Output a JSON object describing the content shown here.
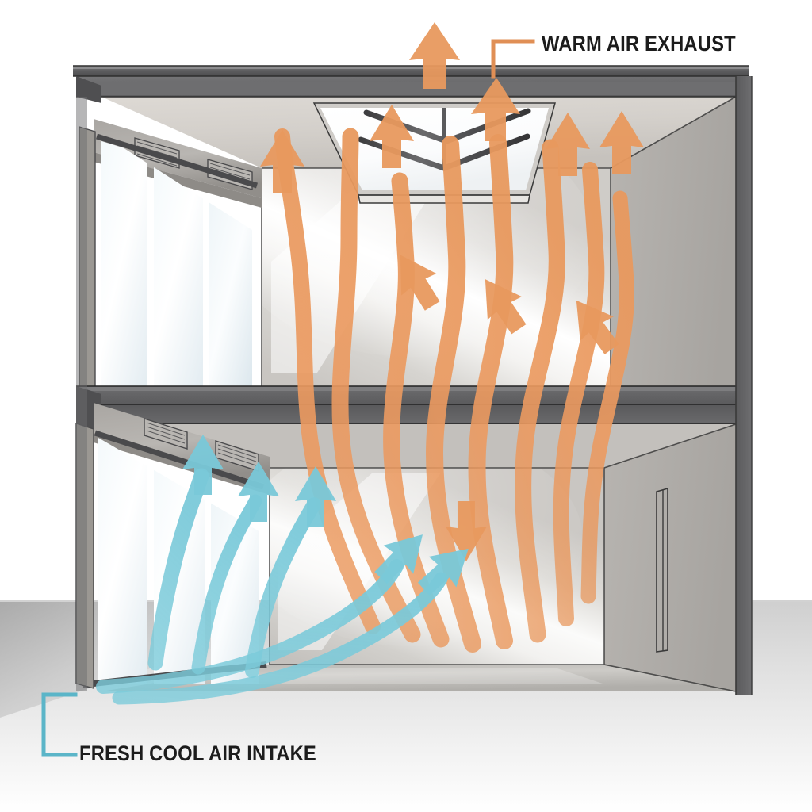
{
  "diagram": {
    "title": "Natural Ventilation Stack Effect Section",
    "type": "architectural-section-cutaway",
    "background_color": "#ffffff",
    "ground_color": "#b9b9b9"
  },
  "labels": {
    "warm_exhaust": {
      "text": "WARM AIR EXHAUST",
      "color": "#1c1c1c",
      "leader_color": "#e08f55",
      "leader_shape": "corner-bracket"
    },
    "cool_intake": {
      "text": "FRESH COOL AIR INTAKE",
      "color": "#1c1c1c",
      "leader_color": "#5bb5c8",
      "leader_shape": "c-bracket"
    }
  },
  "legend_colors": {
    "warm_air": "#e8995e",
    "cool_air": "#7ac9d9",
    "structure_dark": "#58585a",
    "structure_mid": "#8a8a8c",
    "wall_light": "#d9d7d4",
    "glass": "#eef4f7",
    "mullion": "#4a4a4c"
  },
  "building": {
    "floors": [
      {
        "name": "upper-floor",
        "glazing": "curtain-wall",
        "panes": 3,
        "vent_grilles": 2
      },
      {
        "name": "lower-floor",
        "glazing": "sliding-doors",
        "panes": 3,
        "vent_grilles": 2,
        "door_on_right_wall": true
      }
    ],
    "roof": {
      "name": "roof-parapet",
      "skylight": {
        "name": "ridge-skylight",
        "mullion": "chevron",
        "operable": true
      }
    }
  },
  "airflow": {
    "warm_streams": 8,
    "cool_streams": 5,
    "description": "Warm air rises from lower floor through upper floor and exhausts via roof skylight; cool air enters at ground level through sliding doors."
  }
}
